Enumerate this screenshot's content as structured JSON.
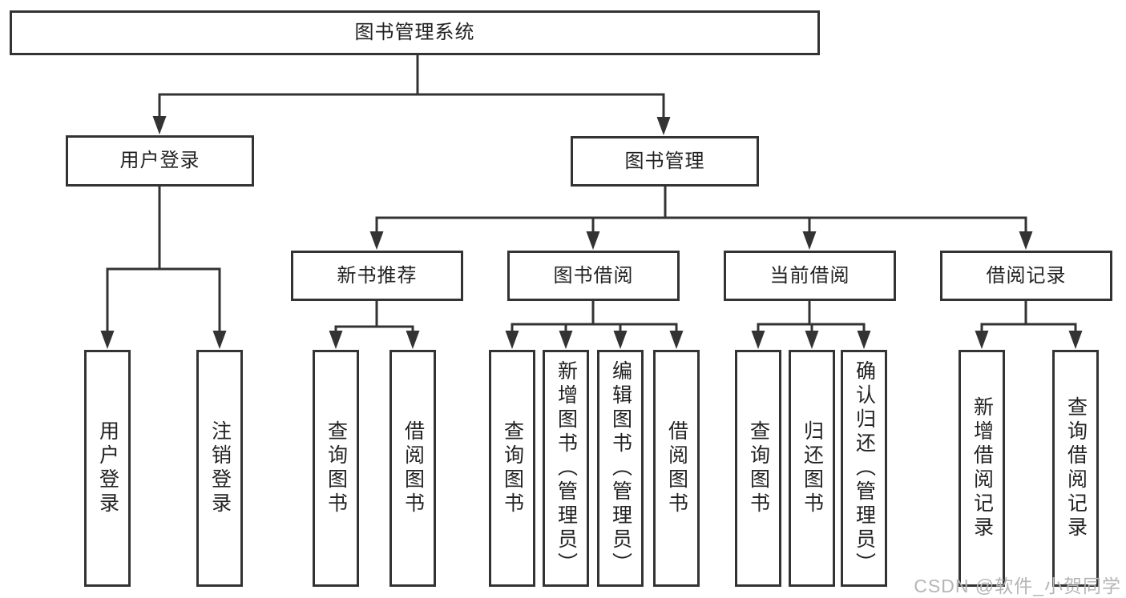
{
  "diagram": {
    "root": {
      "label": "图书管理系统"
    },
    "level2": [
      {
        "label": "用户登录"
      },
      {
        "label": "图书管理"
      }
    ],
    "level3": [
      {
        "label": "新书推荐"
      },
      {
        "label": "图书借阅"
      },
      {
        "label": "当前借阅"
      },
      {
        "label": "借阅记录"
      }
    ],
    "login_children": [
      {
        "label": "用户登录"
      },
      {
        "label": "注销登录"
      }
    ],
    "recommend_children": [
      {
        "label": "查询图书"
      },
      {
        "label": "借阅图书"
      }
    ],
    "borrowing_children": [
      {
        "label": "查询图书"
      },
      {
        "label": "新增图书（管理员）"
      },
      {
        "label": "编辑图书（管理员）"
      },
      {
        "label": "借阅图书"
      }
    ],
    "current_children": [
      {
        "label": "查询图书"
      },
      {
        "label": "归还图书"
      },
      {
        "label": "确认归还（管理员）"
      }
    ],
    "records_children": [
      {
        "label": "新增借阅记录"
      },
      {
        "label": "查询借阅记录"
      }
    ],
    "colors": {
      "line": "#333333",
      "text": "#222222",
      "background": "#ffffff",
      "watermark": "#b5b5b5"
    }
  },
  "watermark": {
    "text": "CSDN @软件_小贺同学"
  }
}
